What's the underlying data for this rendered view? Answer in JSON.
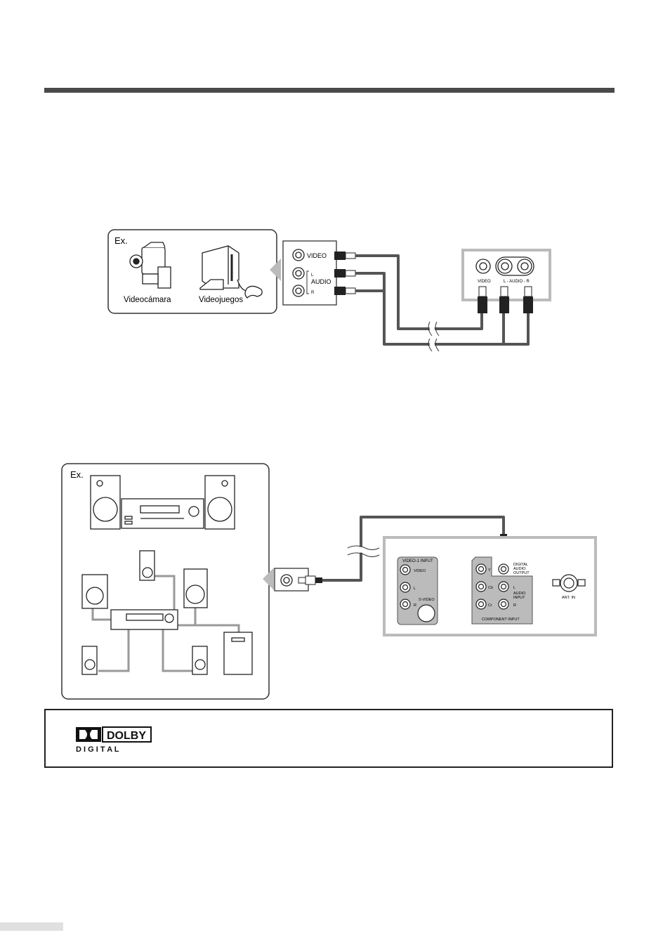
{
  "diagram1": {
    "ex_label": "Ex.",
    "devices": [
      {
        "icon": "camcorder-icon",
        "label": "Videocámara"
      },
      {
        "icon": "game-console-icon",
        "label": "Videojuegos"
      }
    ],
    "source_panel": {
      "video": "VIDEO",
      "audio": "AUDIO",
      "l": "L",
      "r": "R"
    },
    "tv_panel": {
      "video": "VIDEO",
      "audio": "L - AUDIO - R"
    }
  },
  "diagram2": {
    "ex_label": "Ex.",
    "tv_panel": {
      "video1_input": "VIDEO-1 INPUT",
      "video": "VIDEO",
      "l": "L",
      "r": "R",
      "s_video": "S-VIDEO",
      "y": "Y",
      "cb": "Cb",
      "cr": "Cr",
      "digital_audio_output": [
        "DIGITAL",
        "AUDIO",
        "OUTPUT"
      ],
      "audio_input_l": "L",
      "audio_input": [
        "AUDIO",
        "INPUT"
      ],
      "audio_input_r": "R",
      "component_input": "COMPONENT INPUT",
      "ant_in": "ANT. IN"
    }
  },
  "dolby": {
    "top": "DOLBY",
    "bottom": "D I G I T A L"
  },
  "colors": {
    "cable": "#555555",
    "panel_gray": "#bbbbbb",
    "rule": "#4a4a4a"
  }
}
